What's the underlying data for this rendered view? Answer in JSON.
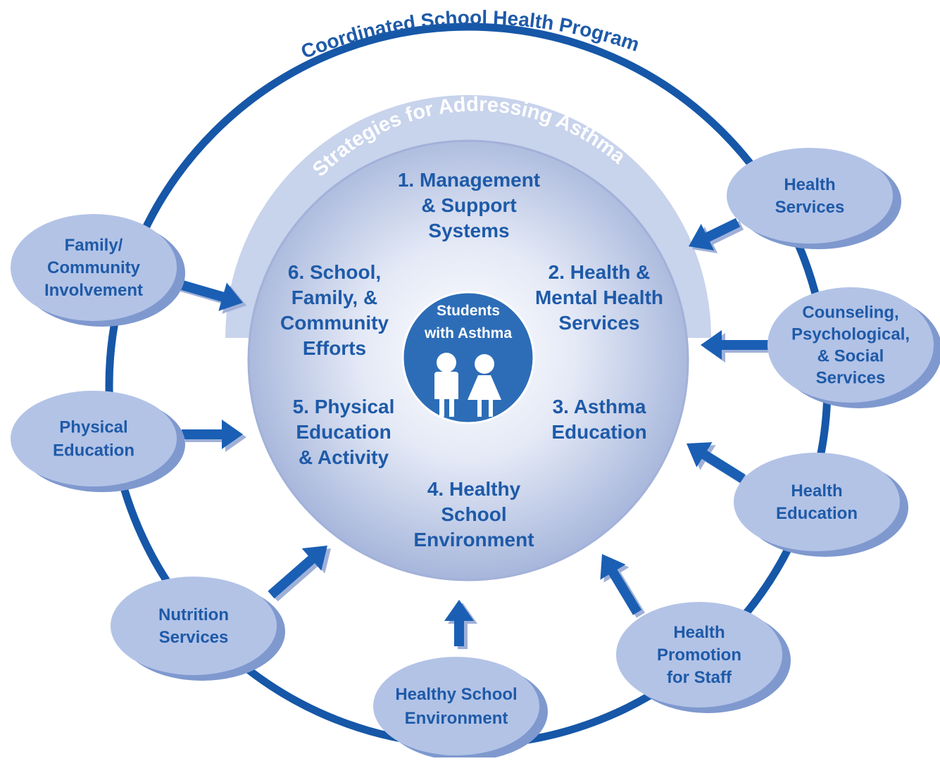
{
  "colors": {
    "ring": "#1657a8",
    "arrow": "#1a5fb4",
    "node_fill": "#b3c3e6",
    "node_shadow": "#7f99cf",
    "text": "#1e5aa8",
    "center_fill": "#2d6db7",
    "dome": "#c8d3ec",
    "sphere_edge": "#a3b1d9"
  },
  "outer_title": "Coordinated School Health Program",
  "inner_title": "Strategies for Addressing Asthma",
  "center": {
    "lines": [
      "Students",
      "with Asthma"
    ],
    "icons": [
      "boy-figure-icon",
      "girl-figure-icon"
    ]
  },
  "strategies": [
    {
      "id": "s1",
      "lines": [
        "1. Management",
        "& Support",
        "Systems"
      ]
    },
    {
      "id": "s2",
      "lines": [
        "2. Health &",
        "Mental Health",
        "Services"
      ]
    },
    {
      "id": "s3",
      "lines": [
        "3. Asthma",
        "Education"
      ]
    },
    {
      "id": "s4",
      "lines": [
        "4. Healthy",
        "School",
        "Environment"
      ]
    },
    {
      "id": "s5",
      "lines": [
        "5. Physical",
        "Education",
        "& Activity"
      ]
    },
    {
      "id": "s6",
      "lines": [
        "6. School,",
        "Family, &",
        "Community",
        "Efforts"
      ]
    }
  ],
  "components": [
    {
      "id": "health-services",
      "lines": [
        "Health",
        "Services"
      ]
    },
    {
      "id": "counseling",
      "lines": [
        "Counseling,",
        "Psychological,",
        "& Social",
        "Services"
      ]
    },
    {
      "id": "health-education",
      "lines": [
        "Health",
        "Education"
      ]
    },
    {
      "id": "health-promotion",
      "lines": [
        "Health",
        "Promotion",
        "for Staff"
      ]
    },
    {
      "id": "healthy-school-environment",
      "lines": [
        "Healthy School",
        "Environment"
      ]
    },
    {
      "id": "nutrition-services",
      "lines": [
        "Nutrition",
        "Services"
      ]
    },
    {
      "id": "physical-education",
      "lines": [
        "Physical",
        "Education"
      ]
    },
    {
      "id": "family-community",
      "lines": [
        "Family/",
        "Community",
        "Involvement"
      ]
    }
  ]
}
